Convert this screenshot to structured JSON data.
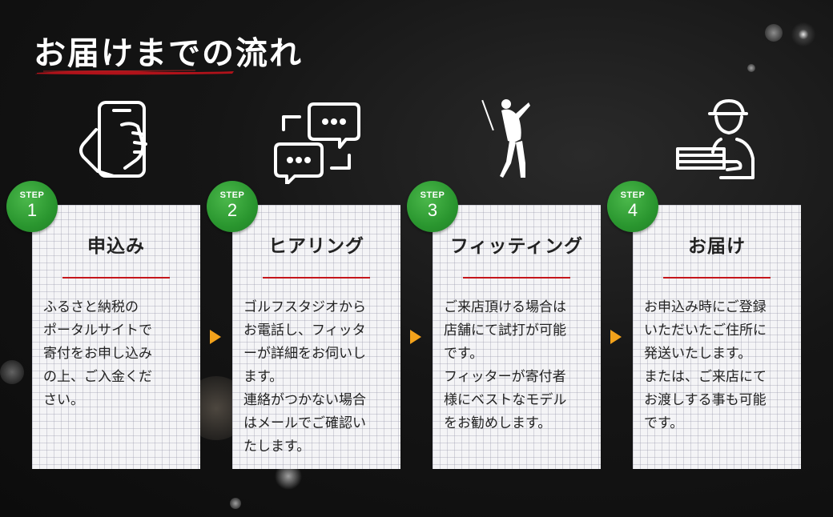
{
  "header": {
    "title": "お届けまでの流れ"
  },
  "steps": [
    {
      "label": "STEP",
      "number": "1",
      "title": "申込み",
      "icon": "smartphone-hand-icon",
      "text": "ふるさと納税の\nポータルサイトで\n寄付をお申し込み\nの上、ご入金くだ\nさい。"
    },
    {
      "label": "STEP",
      "number": "2",
      "title": "ヒアリング",
      "icon": "chat-bubbles-icon",
      "text": "ゴルフスタジオから\nお電話し、フィッタ\nーが詳細をお伺いし\nます。\n連絡がつかない場合\nはメールでご確認い\nたします。"
    },
    {
      "label": "STEP",
      "number": "3",
      "title": "フィッティング",
      "icon": "golfer-icon",
      "text": "ご来店頂ける場合は\n店舗にて試打が可能\nです。\nフィッターが寄付者\n様にベストなモデル\nをお勧めします。"
    },
    {
      "label": "STEP",
      "number": "4",
      "title": "お届け",
      "icon": "delivery-person-icon",
      "text": "お申込み時にご登録\nいただいたご住所に\n発送いたします。\nまたは、ご来店にて\nお渡しする事も可能\nです。"
    }
  ],
  "colors": {
    "badge": "#2a962f",
    "arrow": "#f3a21b",
    "rule": "#c4161c",
    "underline": "#b0121a"
  }
}
